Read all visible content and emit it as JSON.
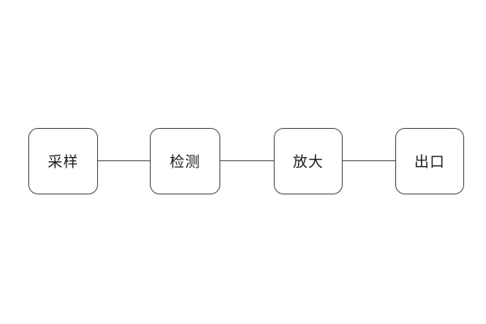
{
  "diagram": {
    "type": "flowchart",
    "orientation": "horizontal",
    "nodes": [
      {
        "id": "sampling",
        "label": "采样"
      },
      {
        "id": "detection",
        "label": "检测"
      },
      {
        "id": "amplify",
        "label": "放大"
      },
      {
        "id": "outlet",
        "label": "出口"
      }
    ],
    "connections": [
      {
        "from": "sampling",
        "to": "detection",
        "style": "plain-line"
      },
      {
        "from": "detection",
        "to": "amplify",
        "style": "plain-line"
      },
      {
        "from": "amplify",
        "to": "outlet",
        "style": "plain-line"
      }
    ],
    "colors": {
      "background": "#ffffff",
      "node_fill": "#ffffff",
      "node_border": "#474747",
      "connector": "#474747",
      "text": "#1a1a1a"
    }
  }
}
